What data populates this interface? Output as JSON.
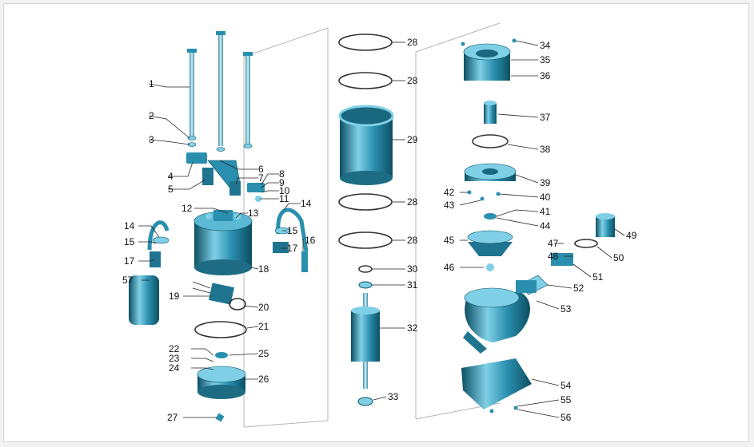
{
  "colors": {
    "part": "#2a8fae",
    "part_light": "#7fd0e6",
    "part_dark": "#0c4f63",
    "leader": "#222222",
    "background": "#ffffff"
  },
  "labels": [
    "1",
    "2",
    "3",
    "4",
    "5",
    "6",
    "7",
    "8",
    "9",
    "10",
    "11",
    "12",
    "13",
    "14",
    "15",
    "16",
    "17",
    "14",
    "15",
    "17",
    "18",
    "19",
    "20",
    "21",
    "22",
    "23",
    "24",
    "25",
    "26",
    "27",
    "57",
    "28",
    "28",
    "29",
    "28",
    "28",
    "30",
    "31",
    "32",
    "33",
    "34",
    "35",
    "36",
    "37",
    "38",
    "39",
    "40",
    "41",
    "42",
    "43",
    "44",
    "45",
    "46",
    "47",
    "48",
    "49",
    "50",
    "51",
    "52",
    "53",
    "54",
    "55",
    "56"
  ]
}
